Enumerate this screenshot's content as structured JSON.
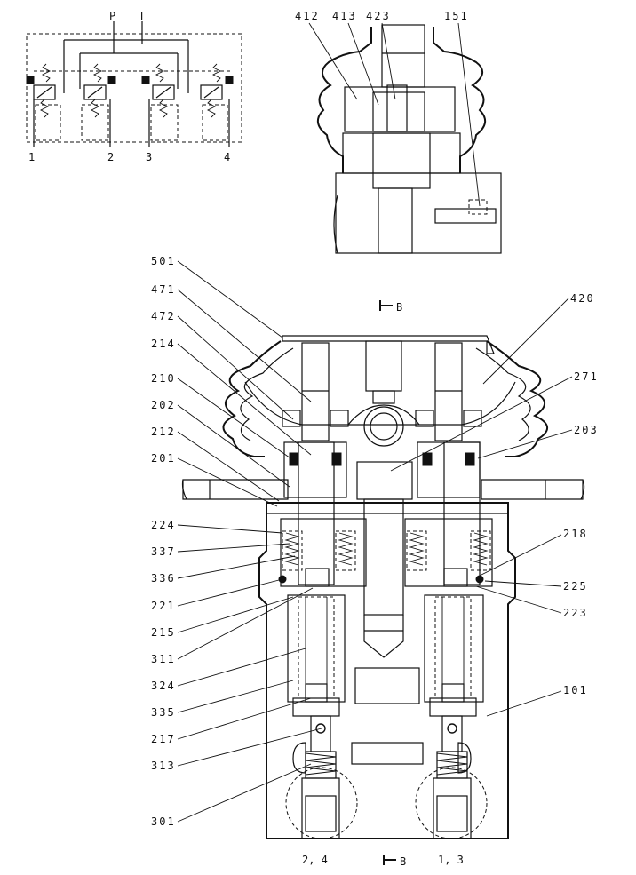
{
  "schematic": {
    "ports_top": [
      "P",
      "T"
    ],
    "ports_bottom": [
      "1",
      "2",
      "3",
      "4"
    ]
  },
  "section_view": {
    "labels": [
      "412",
      "413",
      "423",
      "151"
    ]
  },
  "main_view": {
    "section_marker_top": "B",
    "section_marker_bottom": "B",
    "bottom_label_left": "2, 4",
    "bottom_label_right": "1, 3",
    "callouts_left": [
      "501",
      "471",
      "472",
      "214",
      "210",
      "202",
      "212",
      "201",
      "224",
      "337",
      "336",
      "221",
      "215",
      "311",
      "324",
      "335",
      "217",
      "313",
      "301"
    ],
    "callouts_right": [
      "420",
      "271",
      "203",
      "218",
      "225",
      "223",
      "101"
    ]
  }
}
